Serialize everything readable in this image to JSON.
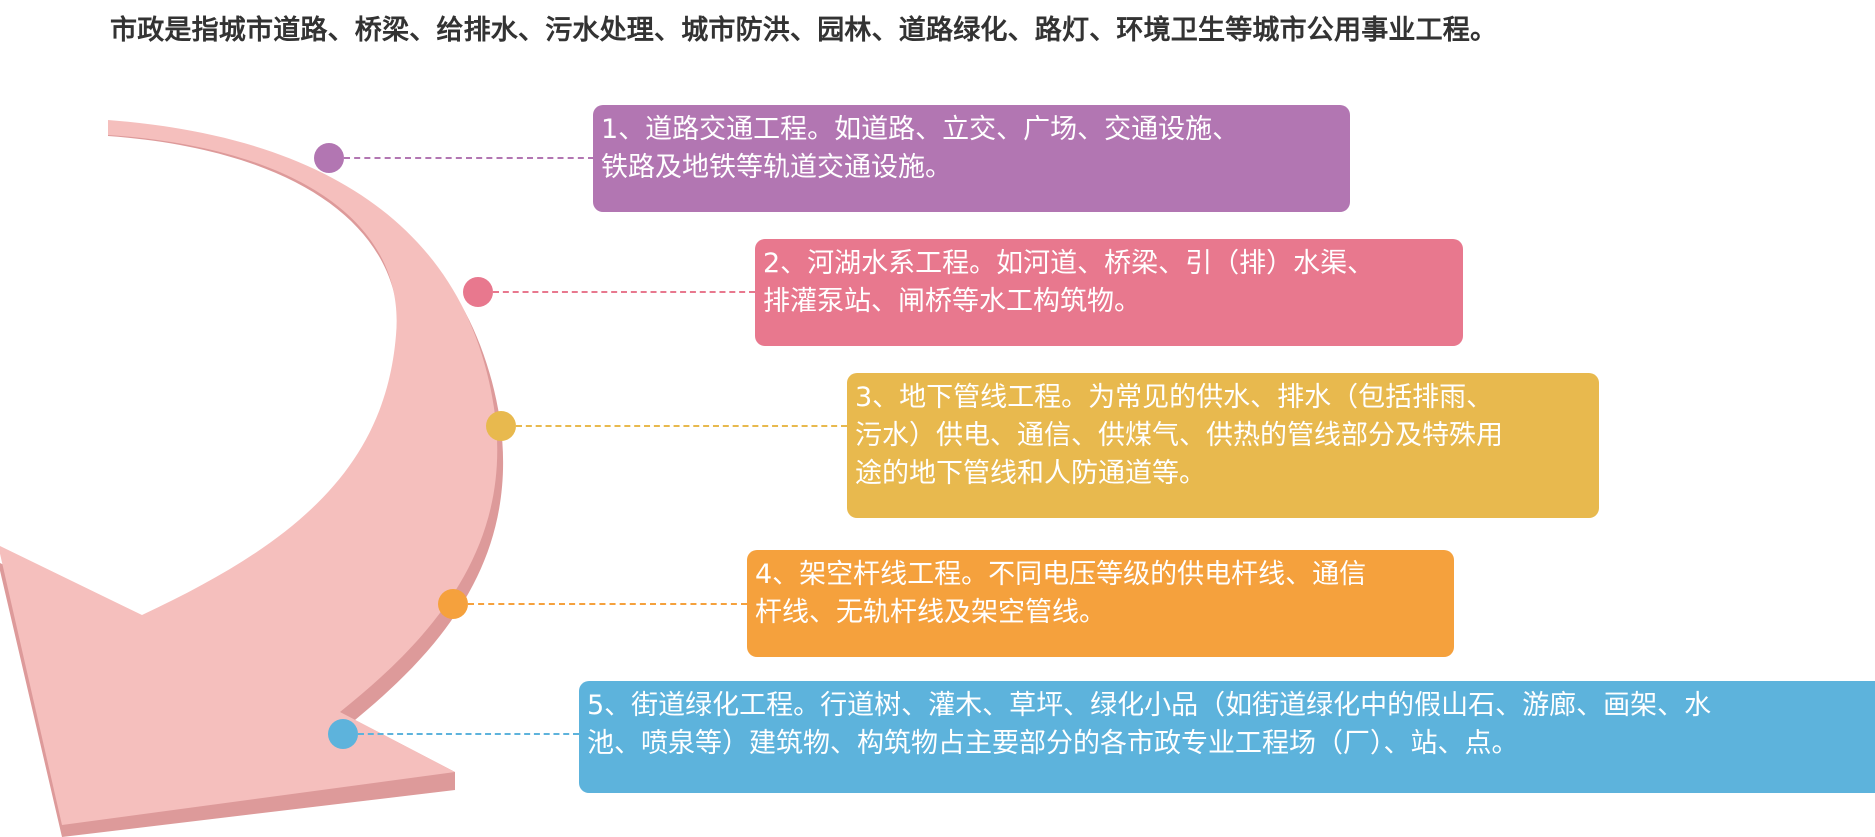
{
  "headline": "市政是指城市道路、桥梁、给排水、污水处理、城市防洪、园林、道路绿化、路灯、环境卫生等城市公用事业工程。",
  "colors": {
    "arrow_fill": "#f5bfbd",
    "arrow_edge": "#dd9a9a",
    "item1": "#b276b2",
    "item2": "#e8788e",
    "item3": "#e8b94e",
    "item4": "#f5a13d",
    "item5": "#5db3dc"
  },
  "items": [
    {
      "label": "1、道路交通工程。如道路、立交、广场、交通设施、\n铁路及地铁等轨道交通设施。"
    },
    {
      "label": "2、河湖水系工程。如河道、桥梁、引（排）水渠、\n排灌泵站、闸桥等水工构筑物。"
    },
    {
      "label": "3、地下管线工程。为常见的供水、排水（包括排雨、\n污水）供电、通信、供煤气、供热的管线部分及特殊用\n途的地下管线和人防通道等。"
    },
    {
      "label": "4、架空杆线工程。不同电压等级的供电杆线、通信\n杆线、无轨杆线及架空管线。"
    },
    {
      "label": "5、街道绿化工程。行道树、灌木、草坪、绿化小品（如街道绿化中的假山石、游廊、画架、水\n池、喷泉等）建筑物、构筑物占主要部分的各市政专业工程场（厂）、站、点。"
    }
  ]
}
